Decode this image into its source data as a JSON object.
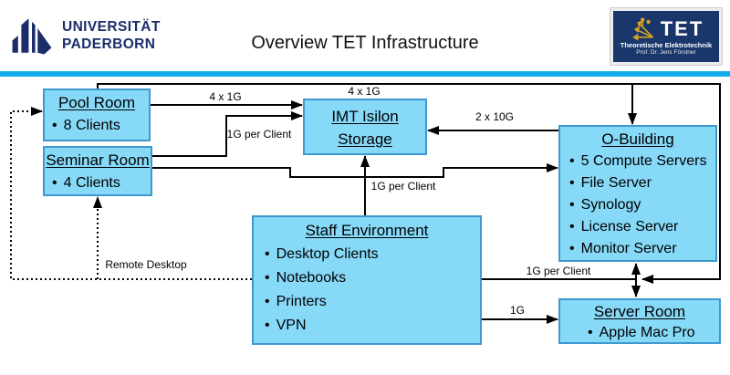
{
  "header": {
    "title": "Overview TET Infrastructure",
    "upb_logo": {
      "line1": "UNIVERSITÄT",
      "line2": "PADERBORN"
    },
    "tet_logo": {
      "name": "TET",
      "subtitle": "Theoretische Elektrotechnik",
      "subsubtitle": "Prof. Dr. Jens Förstner"
    }
  },
  "glyphs": {
    "bullet": "•"
  },
  "colors": {
    "box_fill": "#87D9F8",
    "box_border": "#4099CE",
    "divider_blue": "#15ACEC",
    "upb_navy": "#1B2D6B",
    "tet_navy": "#19376B",
    "tet_gold": "#D9A520",
    "line": "#000000"
  },
  "nodes": [
    {
      "id": "pool-room",
      "title": "Pool Room",
      "items": [
        "8 Clients"
      ]
    },
    {
      "id": "seminar-room",
      "title": "Seminar Room",
      "items": [
        "4 Clients"
      ]
    },
    {
      "id": "imt-isilon-storage",
      "title": "IMT Isilon Storage",
      "items": []
    },
    {
      "id": "o-building",
      "title": "O-Building",
      "items": [
        "5 Compute Servers",
        "File Server",
        "Synology",
        "License Server",
        "Monitor Server"
      ]
    },
    {
      "id": "staff-environment",
      "title": "Staff Environment",
      "items": [
        "Desktop Clients",
        "Notebooks",
        "Printers",
        "VPN"
      ]
    },
    {
      "id": "server-room",
      "title": "Server Room",
      "items": [
        "Apple Mac Pro"
      ]
    }
  ],
  "edges": [
    {
      "from": "pool-room",
      "to": "imt-isilon-storage",
      "label": "4 x 1G",
      "style": "solid"
    },
    {
      "from": "pool-room",
      "to": "o-building",
      "label": "4 x 1G",
      "style": "solid"
    },
    {
      "from": "seminar-room",
      "to": "imt-isilon-storage",
      "label": "1G per Client",
      "style": "solid"
    },
    {
      "from": "seminar-room",
      "to": "o-building",
      "label": "",
      "style": "solid"
    },
    {
      "from": "o-building",
      "to": "imt-isilon-storage",
      "label": "2 x 10G",
      "style": "solid"
    },
    {
      "from": "staff-environment",
      "to": "imt-isilon-storage",
      "label": "1G per Client",
      "style": "solid"
    },
    {
      "from": "staff-environment",
      "to": "o-building",
      "label": "1G per Client",
      "style": "solid"
    },
    {
      "from": "staff-environment",
      "to": "server-room",
      "label": "1G",
      "style": "solid"
    },
    {
      "from": "o-building",
      "to": "server-room",
      "label": "",
      "style": "double-arrow"
    },
    {
      "from": "staff-environment",
      "to": [
        "pool-room",
        "seminar-room"
      ],
      "label": "Remote Desktop",
      "style": "dotted"
    }
  ]
}
